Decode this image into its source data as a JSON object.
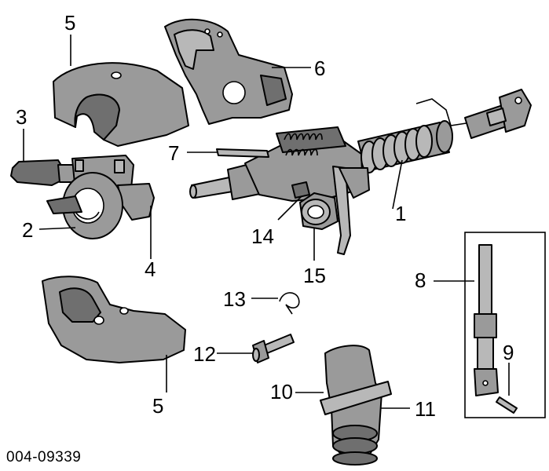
{
  "figure_code": "004-09339",
  "callouts": {
    "c1": "1",
    "c2": "2",
    "c3": "3",
    "c4": "4",
    "c5_top": "5",
    "c5_bottom": "5",
    "c6": "6",
    "c7": "7",
    "c8": "8",
    "c9": "9",
    "c10": "10",
    "c11": "11",
    "c12": "12",
    "c13": "13",
    "c14": "14",
    "c15": "15"
  },
  "colors": {
    "part_fill": "#9a9a9a",
    "part_light": "#b8b8b8",
    "part_dark": "#6f6f6f",
    "line": "#000000",
    "background": "#ffffff"
  }
}
